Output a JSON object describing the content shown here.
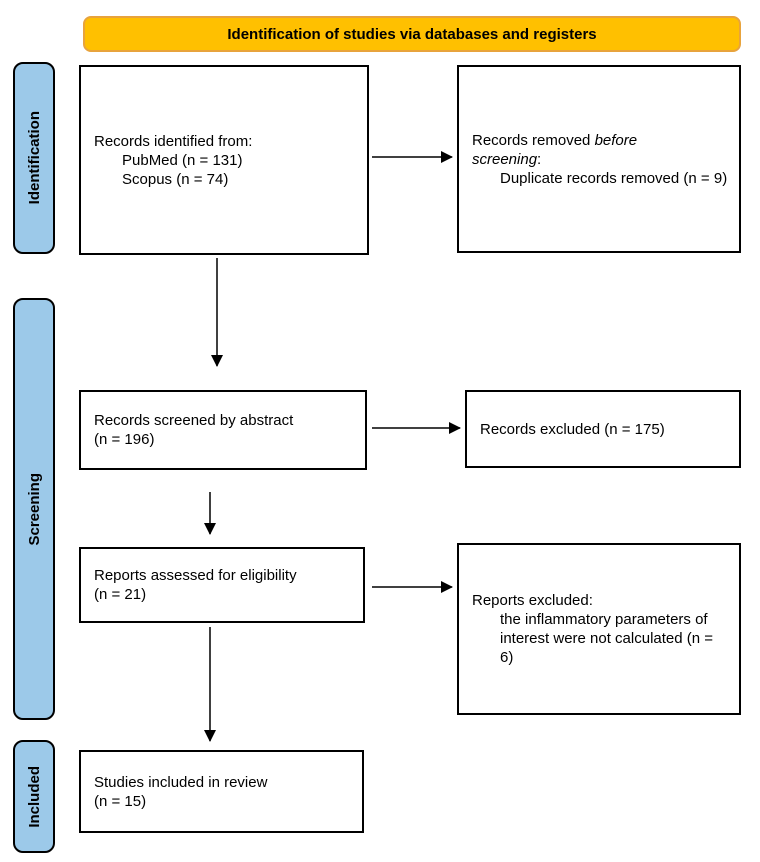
{
  "banner": {
    "label": "Identification of studies via databases and registers"
  },
  "colors": {
    "banner_bg": "#FFC000",
    "banner_border": "#E8A33C",
    "sidebar_bg": "#9CC9E9",
    "box_border": "#000000",
    "arrow": "#000000"
  },
  "sidebars": {
    "identification": "Identification",
    "screening": "Screening",
    "included": "Included"
  },
  "boxes": {
    "identified": {
      "title": "Records identified from:",
      "sources": [
        "PubMed (n = 131)",
        "Scopus (n = 74)"
      ]
    },
    "removed": {
      "text_normal": "Records removed ",
      "italic_1": "before",
      "italic_2": "screening",
      "colon": ":",
      "reason": "Duplicate records removed (n = 9)"
    },
    "screened": {
      "line1": "Records screened by abstract",
      "line2": "(n = 196)"
    },
    "records_excluded": {
      "text": "Records excluded (n = 175)"
    },
    "assessed": {
      "line1": "Reports assessed for eligibility",
      "line2": "(n = 21)"
    },
    "reports_excluded": {
      "title": "Reports excluded:",
      "reason": "the inflammatory parameters of interest were not calculated (n = 6)"
    },
    "included_studies": {
      "line1": "Studies included in review",
      "line2": "(n = 15)"
    }
  }
}
